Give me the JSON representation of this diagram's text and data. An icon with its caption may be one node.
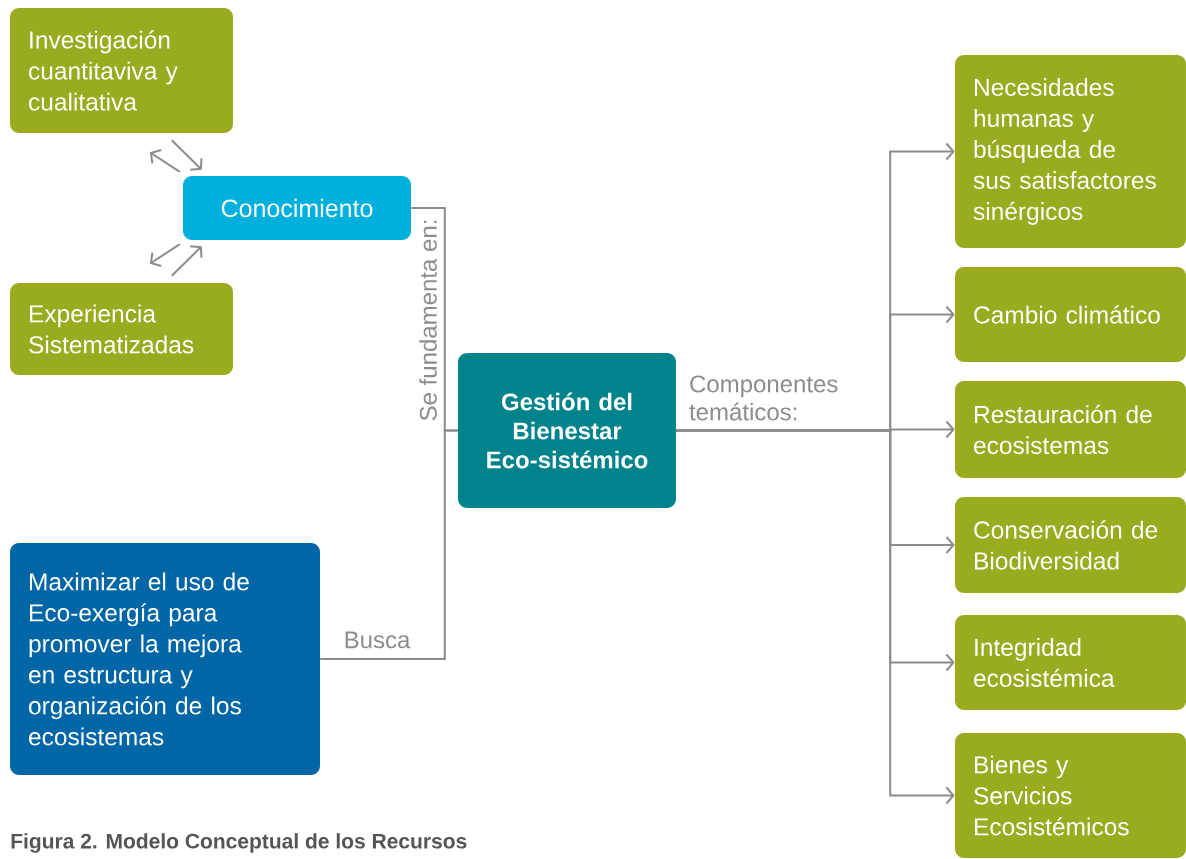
{
  "diagram": {
    "caption": "Figura 2. Modelo Conceptual de los Recursos",
    "nodes": [
      {
        "text": [
          "Investigación cuantitaviva y cualitativa"
        ]
      },
      {
        "text": [
          "Conocimiento"
        ]
      },
      {
        "text": [
          "Experiencia Sistematizadas"
        ]
      },
      {
        "text": [
          "Maximizar el uso de Eco-exergía para promover la mejora en estructura y organización de los ecosistemas"
        ]
      },
      {
        "text": [
          "Gestión del Bienestar Eco-sistémico"
        ]
      },
      {
        "text": [
          "Necesidades humanas y búsqueda de sus satisfactores sinérgicos"
        ]
      },
      {
        "text": [
          "Cambio climático"
        ]
      },
      {
        "text": [
          "Restauración de ecosistemas"
        ]
      },
      {
        "text": [
          "Conservación de Biodiversidad"
        ]
      },
      {
        "text": [
          "Integridad ecosistémica"
        ]
      },
      {
        "text": [
          "Bienes y Servicios Ecosistémicos"
        ]
      }
    ],
    "edges": [
      {
        "from": 1,
        "to": 0,
        "arrow": "to"
      },
      {
        "from": 0,
        "to": 1,
        "arrow": "to"
      },
      {
        "from": 1,
        "to": 2,
        "arrow": "to"
      },
      {
        "from": 2,
        "to": 1,
        "arrow": "to"
      },
      {
        "from": 1,
        "to": 4,
        "arrow": "none",
        "label": "Se fundamenta en:"
      },
      {
        "from": 3,
        "to": 4,
        "arrow": "none",
        "label": "Busca"
      },
      {
        "from": 4,
        "to": 5,
        "arrow": "to"
      },
      {
        "from": 4,
        "to": 6,
        "arrow": "to"
      },
      {
        "from": 4,
        "to": 7,
        "arrow": "to",
        "label": "Componentes temáticos:"
      },
      {
        "from": 4,
        "to": 8,
        "arrow": "to"
      },
      {
        "from": 4,
        "to": 9,
        "arrow": "to"
      },
      {
        "from": 4,
        "to": 10,
        "arrow": "to"
      }
    ]
  }
}
